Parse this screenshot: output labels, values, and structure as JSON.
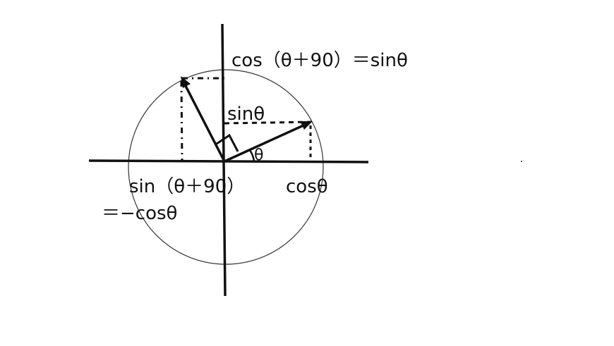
{
  "labels": {
    "cos_shift": "cos（θ＋90）＝sinθ",
    "sin_theta": "sinθ",
    "theta": "θ",
    "sin_shift": "sin（θ＋90）",
    "neg_cos": "＝−cosθ",
    "cos_theta": "cosθ"
  },
  "colors": {
    "stroke": "#111111",
    "circle": "#333333",
    "background": "#ffffff"
  }
}
